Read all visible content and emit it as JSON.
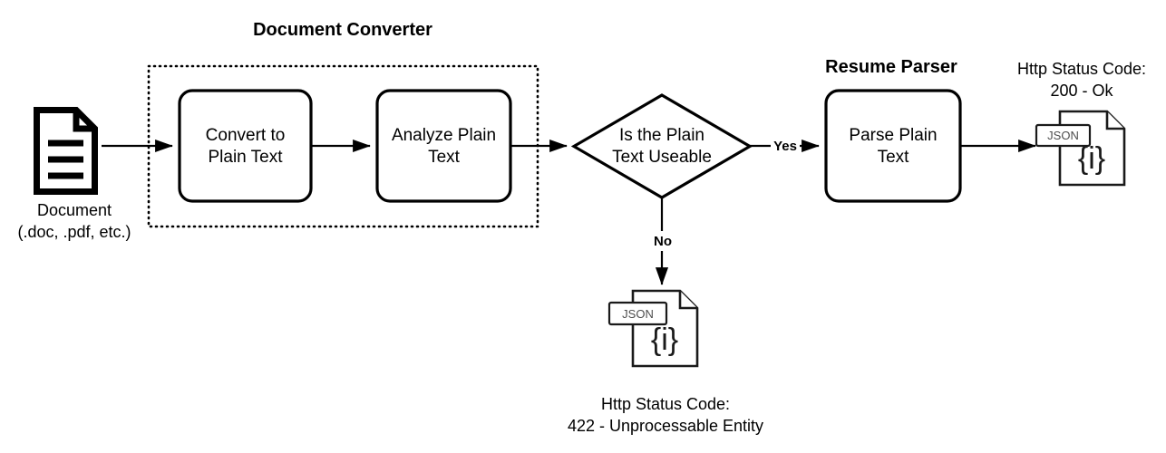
{
  "diagram": {
    "title_groups": [
      {
        "id": "document-converter",
        "label": "Document Converter"
      },
      {
        "id": "resume-parser",
        "label": "Resume Parser"
      }
    ],
    "nodes": {
      "source_document": {
        "icon": "document-icon",
        "caption_line1": "Document",
        "caption_line2": "(.doc, .pdf, etc.)"
      },
      "convert": {
        "line1": "Convert to",
        "line2": "Plain Text"
      },
      "analyze": {
        "line1": "Analyze Plain",
        "line2": "Text"
      },
      "decision": {
        "line1": "Is the Plain",
        "line2": "Text Useable"
      },
      "parse": {
        "line1": "Parse Plain",
        "line2": "Text"
      },
      "success_output": {
        "icon": "json-file-icon",
        "badge": "JSON",
        "glyph": "{i}",
        "caption_line1": "Http Status Code:",
        "caption_line2": "200 - Ok"
      },
      "failure_output": {
        "icon": "json-file-icon",
        "badge": "JSON",
        "glyph": "{i}",
        "caption_line1": "Http Status Code:",
        "caption_line2": "422 - Unprocessable Entity"
      }
    },
    "edge_labels": {
      "yes": "Yes",
      "no": "No"
    },
    "colors": {
      "stroke": "#000000",
      "background": "#ffffff",
      "badge_text": "#4d4d4d",
      "json_icon_stroke": "#1a1a1a"
    }
  }
}
